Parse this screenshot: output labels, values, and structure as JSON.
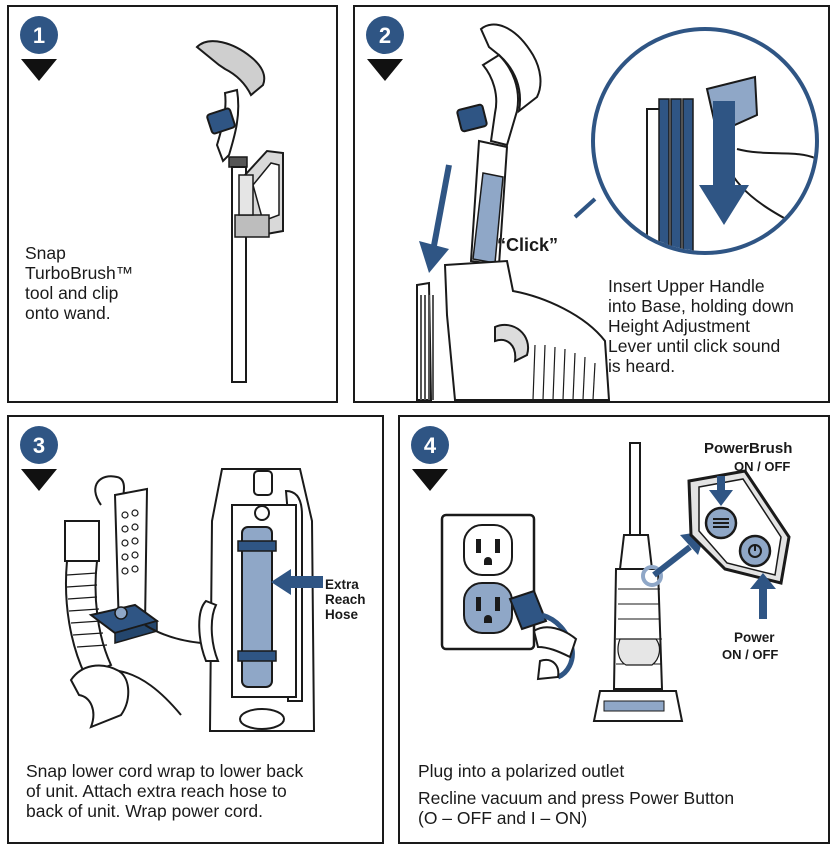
{
  "steps": [
    {
      "number": "1",
      "text": "Snap\nTurboBrush™\ntool and clip\nonto wand."
    },
    {
      "number": "2",
      "callout": "“Click”",
      "text": "Insert Upper Handle\ninto Base, holding down\nHeight Adjustment\nLever until click sound\nis heard."
    },
    {
      "number": "3",
      "callout": "Extra\nReach\nHose",
      "text": "Snap lower cord wrap to lower back\nof unit. Attach extra reach hose to\nback of unit. Wrap power cord."
    },
    {
      "number": "4",
      "powerbrush_title": "PowerBrush",
      "powerbrush_state": "ON / OFF",
      "power_title": "Power",
      "power_state": "ON / OFF",
      "text_1": "Plug into a polarized outlet",
      "text_2": "Recline vacuum and press Power Button\n(O – OFF and I – ON)"
    }
  ],
  "colors": {
    "accent": "#2f5584",
    "fill_light": "#8fa7c7",
    "outline": "#1a1a1a"
  }
}
